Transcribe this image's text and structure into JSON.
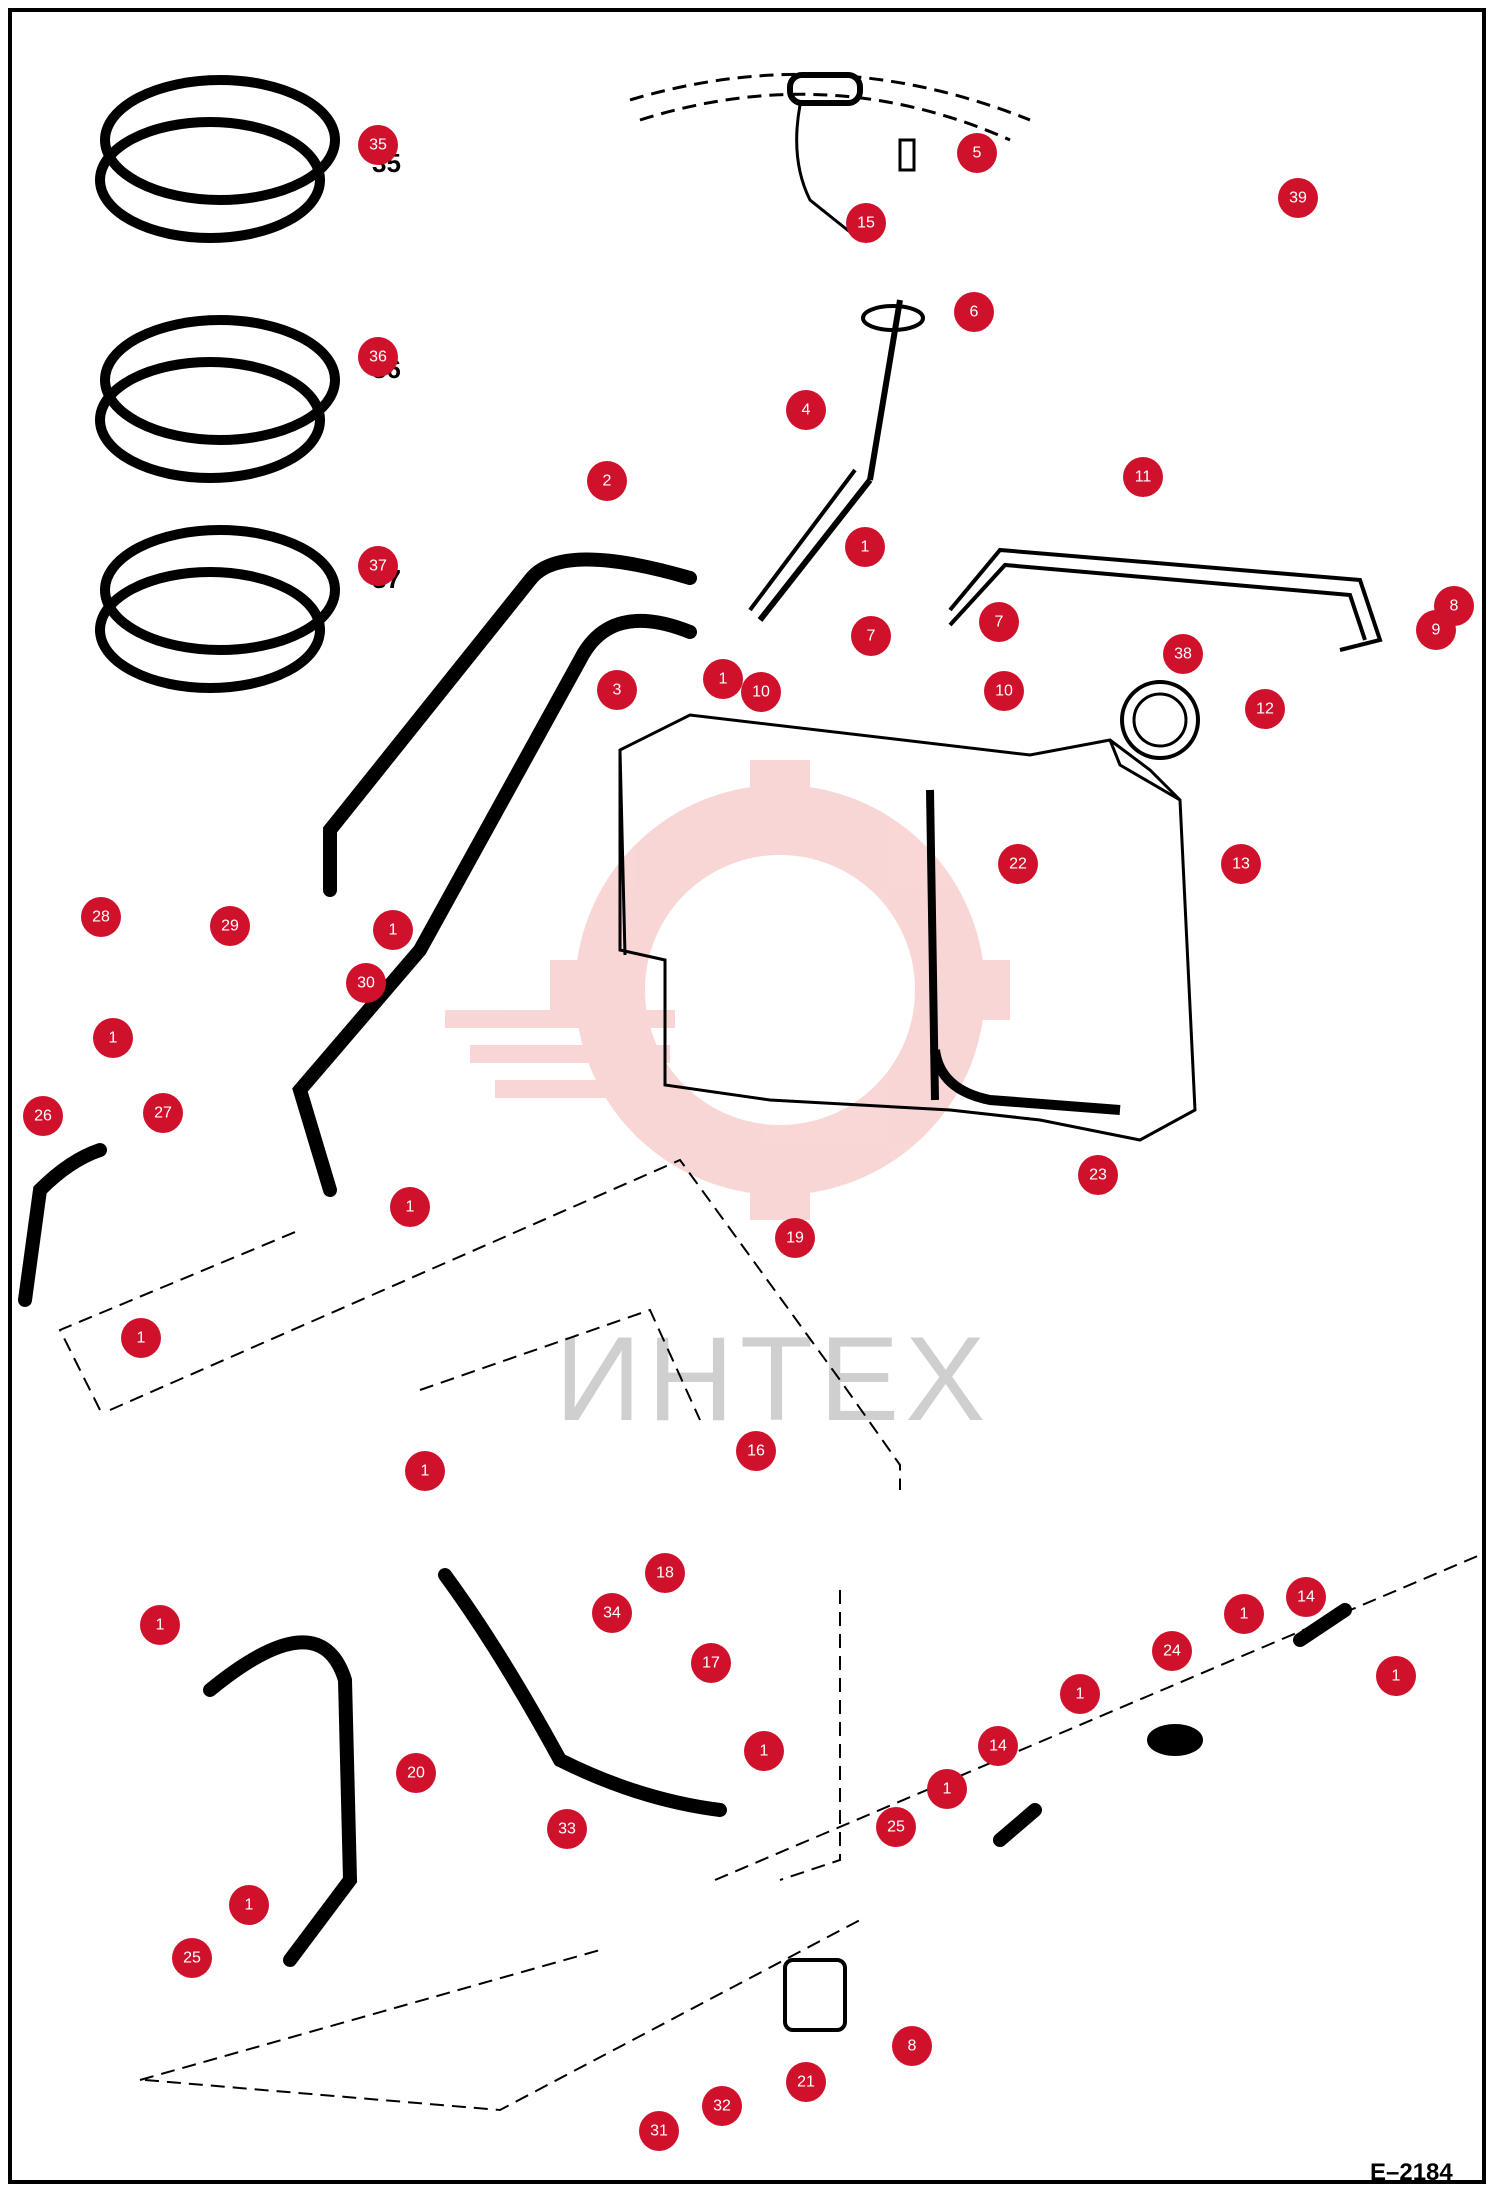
{
  "drawing_ref": "E–2184",
  "watermark": "ИНТЕХ",
  "colors": {
    "callout_fill": "#d0112b",
    "line": "#000000",
    "watermark_red": "#f4b6b6",
    "watermark_text": "#cfcfcf"
  },
  "callouts": [
    {
      "n": "35"
    },
    {
      "n": "36"
    },
    {
      "n": "37"
    },
    {
      "n": "5"
    },
    {
      "n": "15"
    },
    {
      "n": "6"
    },
    {
      "n": "39"
    },
    {
      "n": "4"
    },
    {
      "n": "2"
    },
    {
      "n": "11"
    },
    {
      "n": "1"
    },
    {
      "n": "7"
    },
    {
      "n": "7"
    },
    {
      "n": "8"
    },
    {
      "n": "9"
    },
    {
      "n": "1"
    },
    {
      "n": "10"
    },
    {
      "n": "10"
    },
    {
      "n": "3"
    },
    {
      "n": "38"
    },
    {
      "n": "12"
    },
    {
      "n": "22"
    },
    {
      "n": "13"
    },
    {
      "n": "28"
    },
    {
      "n": "29"
    },
    {
      "n": "1"
    },
    {
      "n": "30"
    },
    {
      "n": "1"
    },
    {
      "n": "26"
    },
    {
      "n": "27"
    },
    {
      "n": "23"
    },
    {
      "n": "1"
    },
    {
      "n": "19"
    },
    {
      "n": "1"
    },
    {
      "n": "16"
    },
    {
      "n": "1"
    },
    {
      "n": "18"
    },
    {
      "n": "34"
    },
    {
      "n": "17"
    },
    {
      "n": "1"
    },
    {
      "n": "14"
    },
    {
      "n": "1"
    },
    {
      "n": "24"
    },
    {
      "n": "1"
    },
    {
      "n": "1"
    },
    {
      "n": "20"
    },
    {
      "n": "33"
    },
    {
      "n": "14"
    },
    {
      "n": "1"
    },
    {
      "n": "1"
    },
    {
      "n": "25"
    },
    {
      "n": "1"
    },
    {
      "n": "25"
    },
    {
      "n": "8"
    },
    {
      "n": "21"
    },
    {
      "n": "32"
    },
    {
      "n": "31"
    }
  ]
}
